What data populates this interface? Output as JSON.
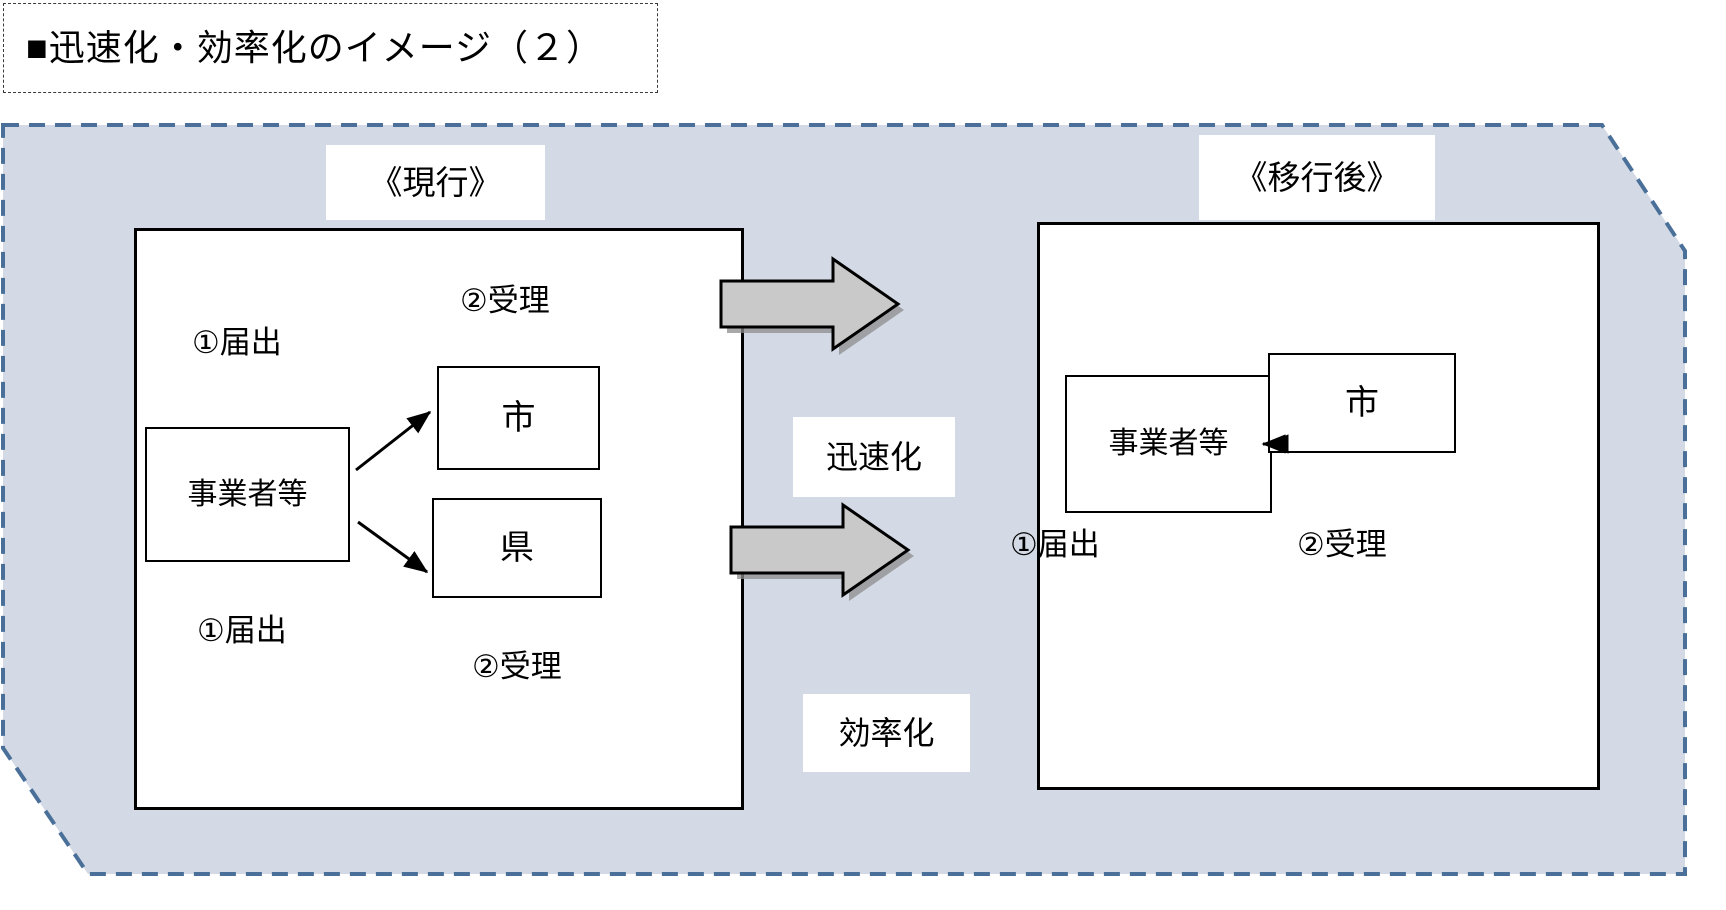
{
  "title": {
    "bullet": "■",
    "text": "■迅速化・効率化のイメージ（２）"
  },
  "colors": {
    "panel_fill": "#d3dae5",
    "panel_border": "#4a7099",
    "arrow_fill": "#c9c9c9",
    "arrow_outline": "#000000",
    "arrow_shadow": "#808080",
    "box_border": "#000000",
    "text": "#000000"
  },
  "sections": {
    "current": {
      "label": "《現行》",
      "boxes": [
        {
          "name": "jigyousha",
          "text": "事業者等"
        },
        {
          "name": "shi",
          "text": "市"
        },
        {
          "name": "ken",
          "text": "県"
        }
      ],
      "notes": [
        {
          "name": "todokede-upper",
          "text": "①届出"
        },
        {
          "name": "juri-upper",
          "text": "②受理"
        },
        {
          "name": "todokede-lower",
          "text": "①届出"
        },
        {
          "name": "juri-lower",
          "text": "②受理"
        }
      ]
    },
    "future": {
      "label": "《移行後》",
      "boxes": [
        {
          "name": "jigyousha",
          "text": "事業者等"
        },
        {
          "name": "shi",
          "text": "市"
        }
      ],
      "notes": [
        {
          "name": "todokede",
          "text": "①届出"
        },
        {
          "name": "juri",
          "text": "②受理"
        }
      ]
    }
  },
  "transition": {
    "arrows": [
      {
        "name": "arrow-top",
        "caption": "迅速化"
      },
      {
        "name": "arrow-bottom",
        "caption": "効率化"
      }
    ],
    "captions": {
      "top": "迅速化",
      "bottom": "効率化"
    }
  }
}
